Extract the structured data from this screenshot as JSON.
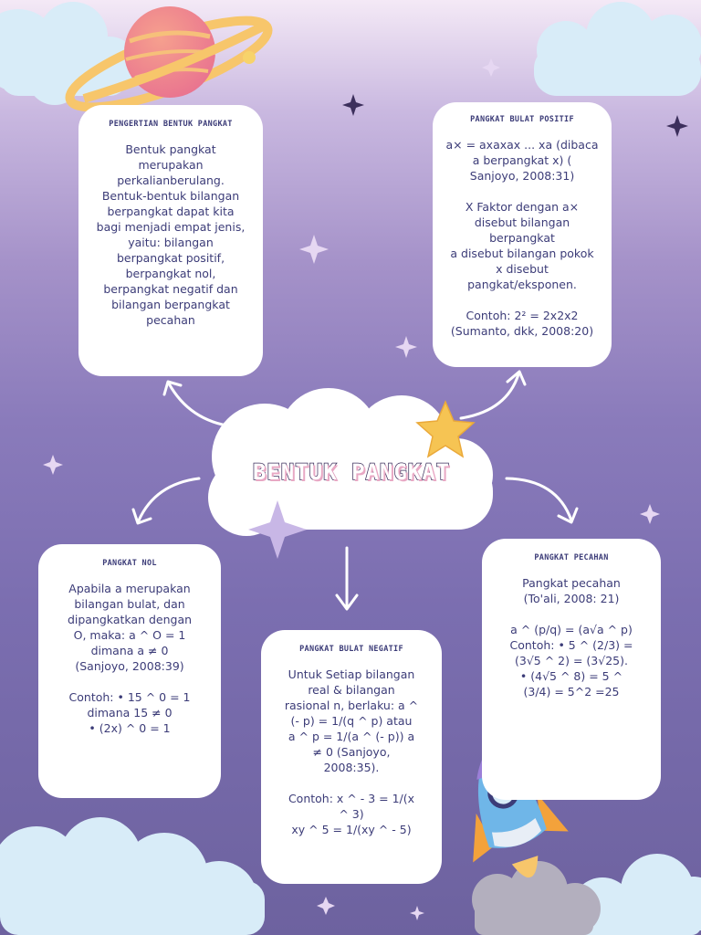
{
  "title": "BENTUK PANGKAT",
  "cards": {
    "pengertian": {
      "title": "Pengertian Bentuk Pangkat",
      "body": "Bentuk pangkat\nmerupakan\nperkalianberulang.\nBentuk-bentuk bilangan\nberpangkat dapat kita\nbagi menjadi empat jenis,\nyaitu: bilangan\nberpangkat positif,\nberpangkat nol,\nberpangkat negatif dan\nbilangan berpangkat\npecahan"
    },
    "positif": {
      "title": "Pangkat Bulat Positif",
      "body": "a× = axaxax ... xa (dibaca\na berpangkat x) (\nSanjoyo, 2008:31)\n\nX Faktor dengan a×\ndisebut bilangan\nberpangkat\na disebut bilangan pokok\nx disebut\npangkat/eksponen.\n\nContoh: 2² = 2x2x2\n(Sumanto, dkk, 2008:20)"
    },
    "nol": {
      "title": "Pangkat Nol",
      "body": "Apabila a merupakan\nbilangan bulat, dan\ndipangkatkan dengan\nO, maka: a ^ O = 1\ndimana a ≠ 0\n(Sanjoyo, 2008:39)\n\nContoh: • 15 ^ 0 = 1\ndimana 15 ≠ 0\n• (2x) ^ 0 = 1"
    },
    "negatif": {
      "title": "Pangkat Bulat Negatif",
      "body": "Untuk Setiap bilangan\nreal & bilangan\nrasional n, berlaku: a ^\n(- p) = 1/(q ^ p) atau\na ^ p = 1/(a ^ (- p)) a\n≠ 0 (Sanjoyo,\n2008:35).\n\nContoh: x ^ - 3 = 1/(x\n^ 3)\nxy ^ 5 = 1/(xy ^ - 5)"
    },
    "pecahan": {
      "title": "Pangkat Pecahan",
      "body": "Pangkat pecahan\n(To'ali, 2008: 21)\n\na ^ (p/q) = (a√a ^ p)\nContoh: • 5 ^ (2/3) =\n(3√5 ^ 2) = (3√25).\n• (4√5 ^ 8) = 5 ^\n(3/4) = 5^2 =25"
    }
  },
  "icons": [
    "planet-icon",
    "cloud-icon",
    "star-icon",
    "sparkle-icon",
    "rocket-icon",
    "arrow-icon"
  ],
  "colors": {
    "card": "#ffffff",
    "text": "#3c3c78",
    "star": "#f6c453",
    "planet": "#f08aa0"
  }
}
